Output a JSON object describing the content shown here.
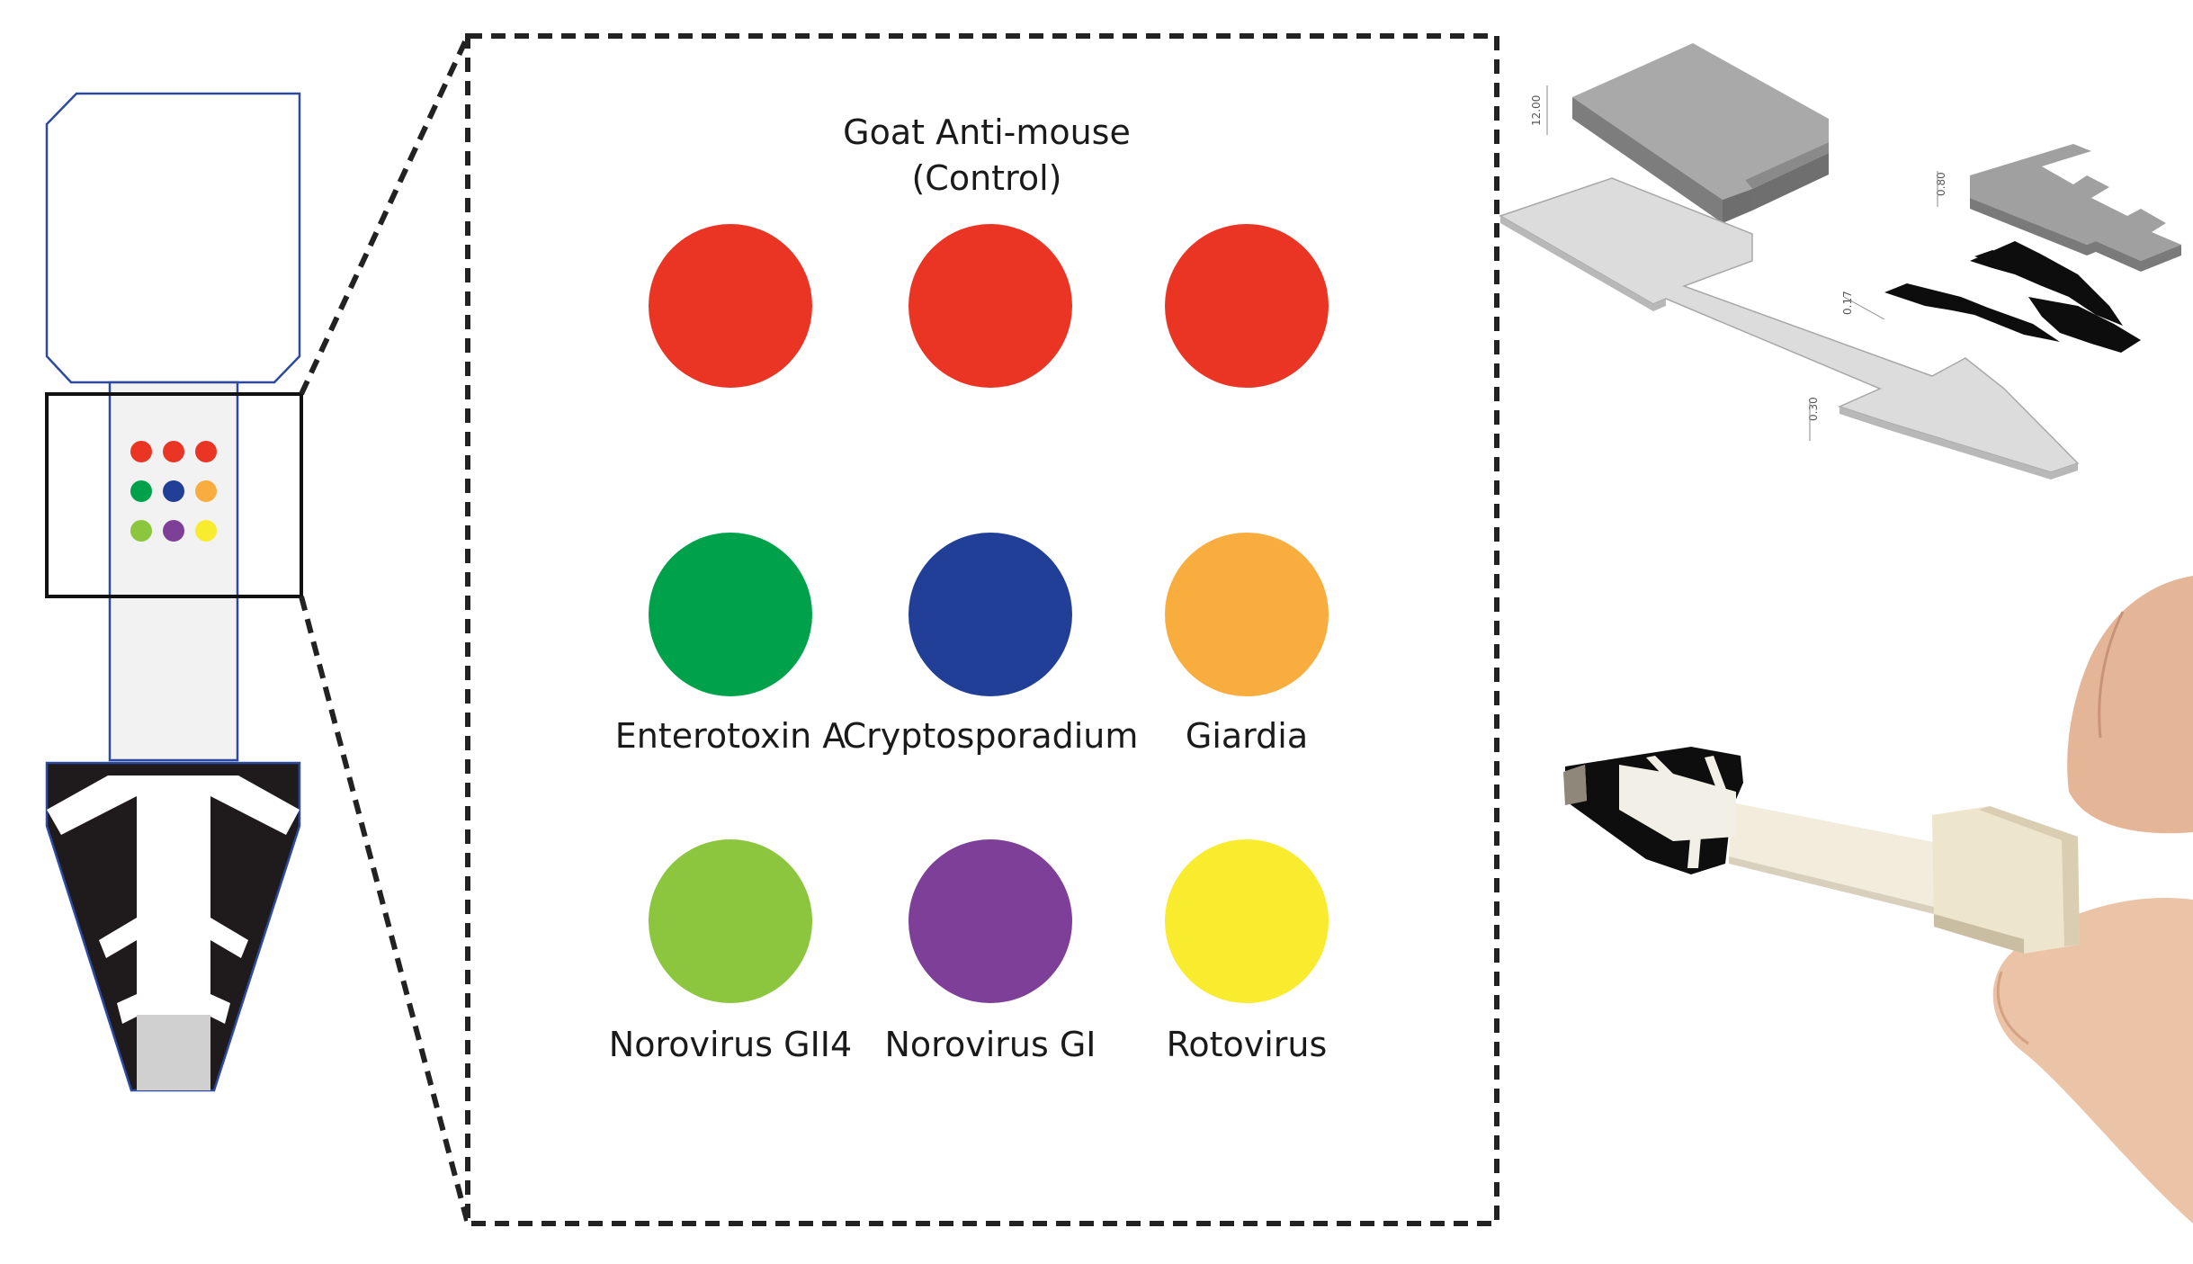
{
  "control": {
    "line1": "Goat Anti-mouse",
    "line2": "(Control)"
  },
  "spots": [
    {
      "label": "",
      "color": "#ea3525"
    },
    {
      "label": "",
      "color": "#ea3525"
    },
    {
      "label": "",
      "color": "#ea3525"
    },
    {
      "label": "Enterotoxin A",
      "color": "#00a14b"
    },
    {
      "label": "Cryptosporadium",
      "color": "#213f96"
    },
    {
      "label": "Giardia",
      "color": "#f9ad3f"
    },
    {
      "label": "Norovirus GII4",
      "color": "#8cc63e"
    },
    {
      "label": "Norovirus GI",
      "color": "#7e3f98"
    },
    {
      "label": "Rotovirus",
      "color": "#f9ec2f"
    }
  ],
  "cad": {
    "dim_top": "12.00",
    "dim_mid": "0.17",
    "dim_low": "0.30",
    "dim_right": "0.80"
  },
  "colors": {
    "outline_blue": "#2e4a9e",
    "strip_fill": "#f2f2f2",
    "black_insert": "#1f1a1b",
    "dash": "#222222"
  }
}
